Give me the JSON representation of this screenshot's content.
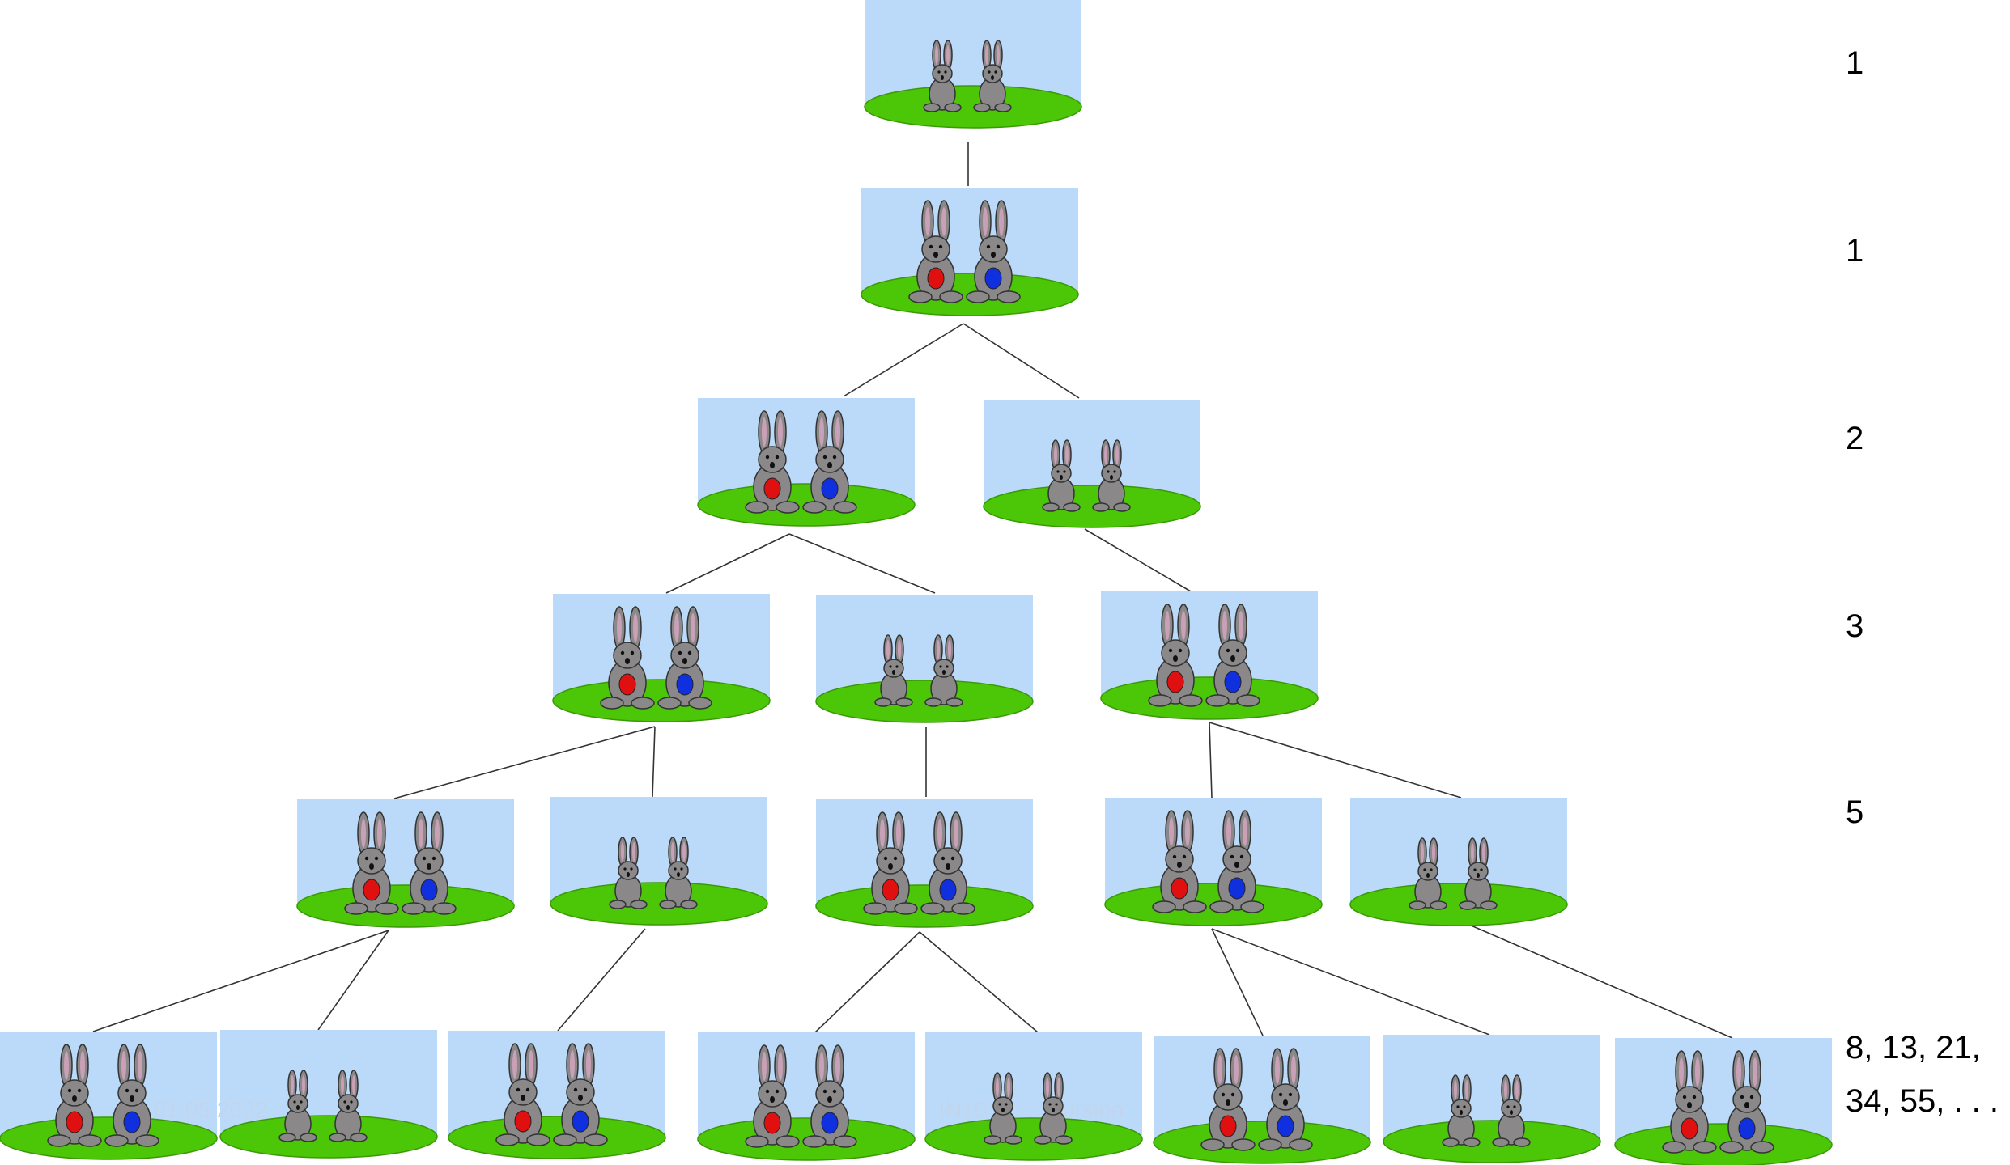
{
  "row_labels": [
    "1",
    "1",
    "2",
    "3",
    "5"
  ],
  "final_label": "8, 13, 21,\n34, 55, . . .",
  "footer": {
    "date": "01.05.2022",
    "course": "IN10",
    "topic": "ursion"
  },
  "tree": {
    "rows": [
      [
        "young"
      ],
      [
        "adult"
      ],
      [
        "adult",
        "young"
      ],
      [
        "adult",
        "young",
        "adult"
      ],
      [
        "adult",
        "young",
        "adult",
        "adult",
        "young"
      ],
      [
        "adult",
        "young",
        "adult",
        "adult",
        "young",
        "adult",
        "young",
        "adult"
      ]
    ],
    "parents": [
      [],
      [
        0
      ],
      [
        0,
        0
      ],
      [
        0,
        0,
        1
      ],
      [
        0,
        0,
        1,
        2,
        2
      ],
      [
        0,
        0,
        1,
        2,
        2,
        3,
        3,
        4
      ]
    ]
  },
  "colors": {
    "sky": "#bbdaf9",
    "grass": "#4cc708",
    "grass_edge": "#3a9a06",
    "bunny": "#8a8888",
    "bunny_outline": "#333333",
    "ear_inner": "#c9a0b5",
    "egg_red": "#e01010",
    "egg_blue": "#1030e0",
    "edge": "#333333"
  }
}
